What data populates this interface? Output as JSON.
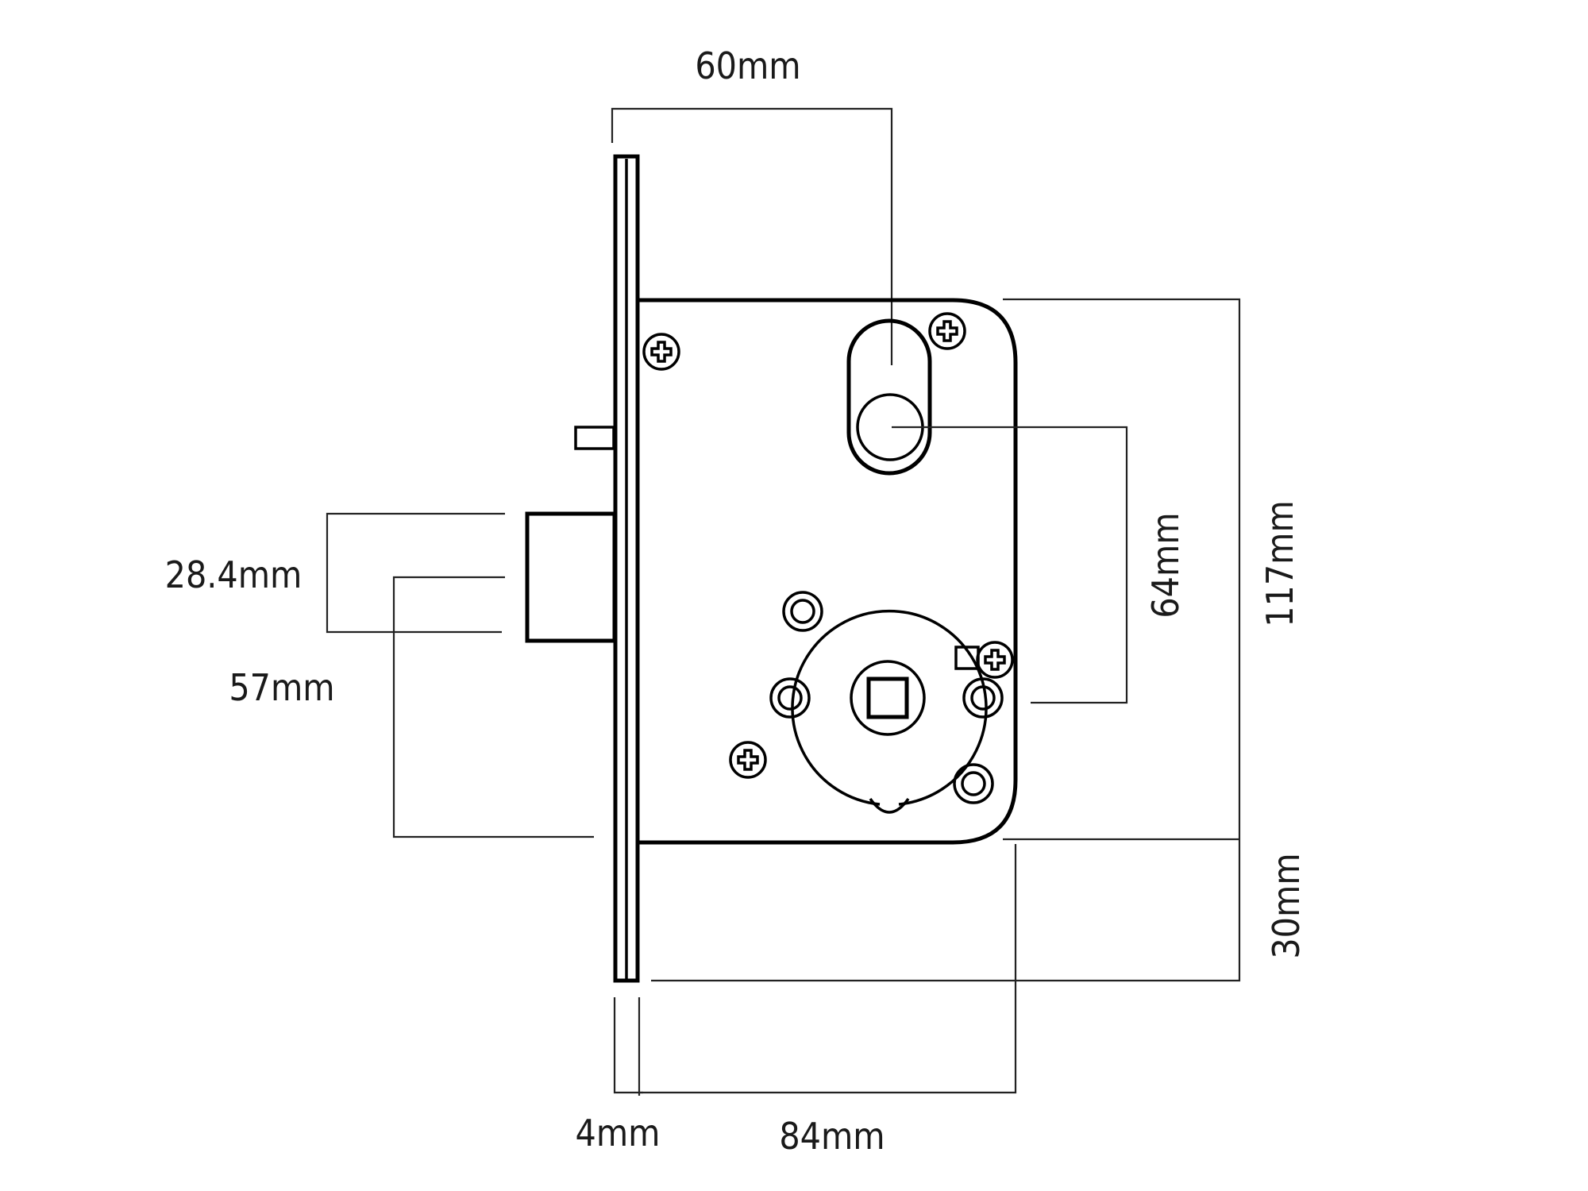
{
  "diagram": {
    "subject": "Mortise lock body technical drawing",
    "dimensions": {
      "backset_to_cylinder": "60mm",
      "cylinder_to_handle": "64mm",
      "case_height": "117mm",
      "faceplate_extension": "30mm",
      "latch_height": "28.4mm",
      "latch_to_case_bottom": "57mm",
      "faceplate_thickness": "4mm",
      "case_depth": "84mm"
    },
    "components": [
      "faceplate",
      "lock-case",
      "cylinder-slot",
      "spindle-hub",
      "latch-bolt",
      "deadlatch",
      "screws",
      "mounting-holes"
    ],
    "colors": {
      "line": "#000000",
      "background": "#ffffff"
    }
  }
}
